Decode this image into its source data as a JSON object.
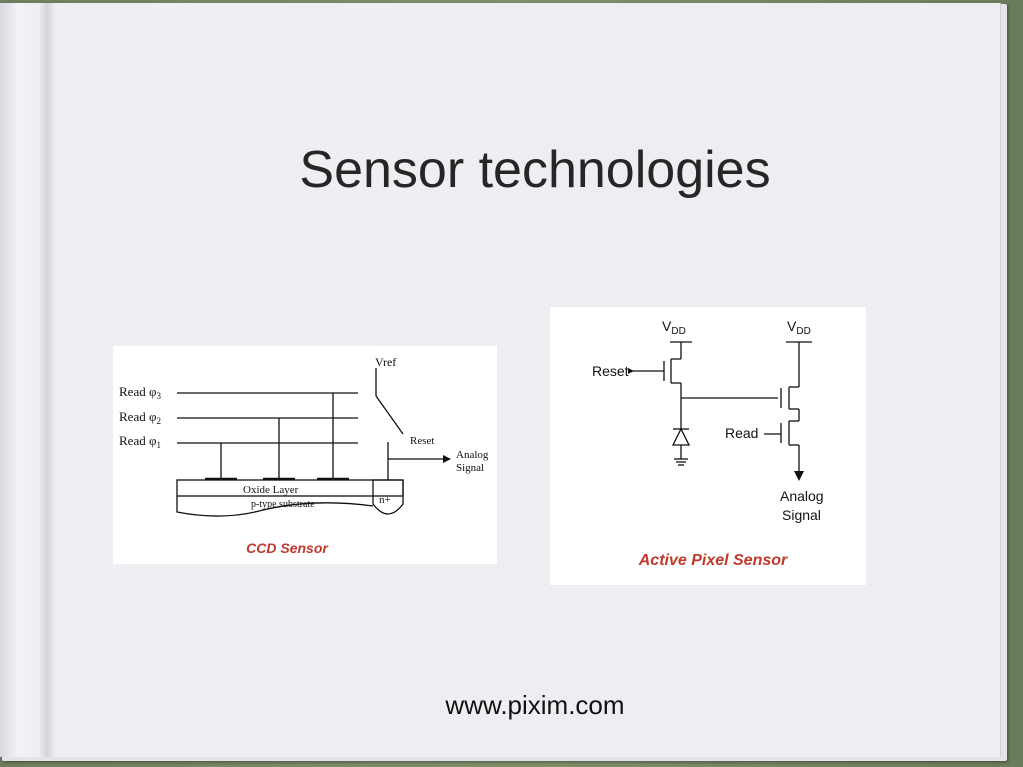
{
  "slide": {
    "title": "Sensor technologies",
    "footer": "www.pixim.com"
  },
  "ccd": {
    "read3": "Read φ",
    "read3_sub": "3",
    "read2": "Read φ",
    "read2_sub": "2",
    "read1": "Read φ",
    "read1_sub": "1",
    "vref": "Vref",
    "reset": "Reset",
    "analog": "Analog",
    "signal": "Signal",
    "oxide": "Oxide Layer",
    "substrate": "p-type substrate",
    "nplus": "n+",
    "caption": "CCD Sensor"
  },
  "aps": {
    "vdd_left": "V",
    "vdd_left_sub": "DD",
    "vdd_right": "V",
    "vdd_right_sub": "DD",
    "reset": "Reset",
    "read": "Read",
    "analog": "Analog",
    "signal": "Signal",
    "caption": "Active Pixel Sensor"
  },
  "colors": {
    "caption": "#c0392b",
    "ink": "#111111"
  }
}
